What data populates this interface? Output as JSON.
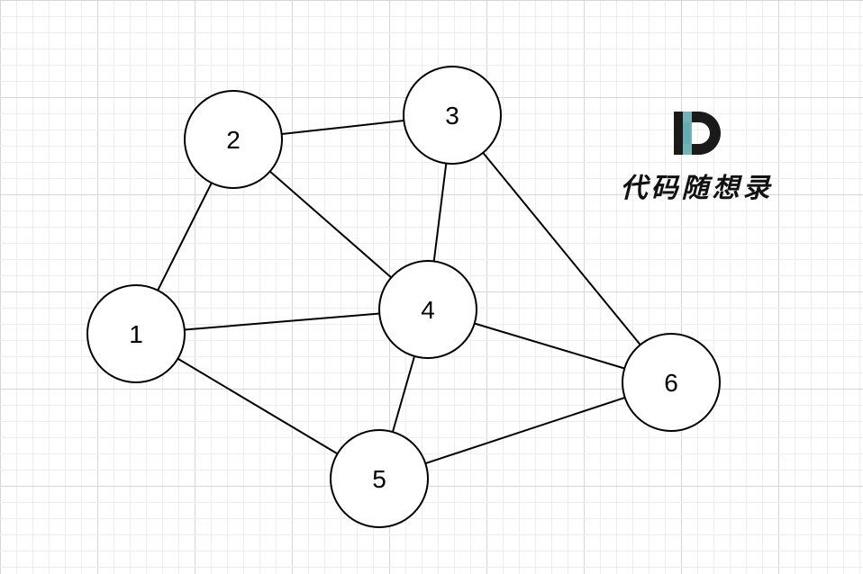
{
  "graph": {
    "nodes": [
      {
        "id": "1",
        "label": "1"
      },
      {
        "id": "2",
        "label": "2"
      },
      {
        "id": "3",
        "label": "3"
      },
      {
        "id": "4",
        "label": "4"
      },
      {
        "id": "5",
        "label": "5"
      },
      {
        "id": "6",
        "label": "6"
      }
    ],
    "edges": [
      [
        "1",
        "2"
      ],
      [
        "2",
        "3"
      ],
      [
        "2",
        "4"
      ],
      [
        "3",
        "4"
      ],
      [
        "3",
        "6"
      ],
      [
        "1",
        "4"
      ],
      [
        "1",
        "5"
      ],
      [
        "4",
        "5"
      ],
      [
        "4",
        "6"
      ],
      [
        "5",
        "6"
      ]
    ]
  },
  "logo": {
    "text": "代码随想录",
    "colors": {
      "dark": "#1a1a1a",
      "teal": "#5aa6ab",
      "light_teal": "#9ccfd2"
    }
  },
  "colors": {
    "grid_minor": "#ededed",
    "grid_major": "#d6d6d6",
    "node_fill": "#ffffff",
    "stroke": "#000000"
  }
}
